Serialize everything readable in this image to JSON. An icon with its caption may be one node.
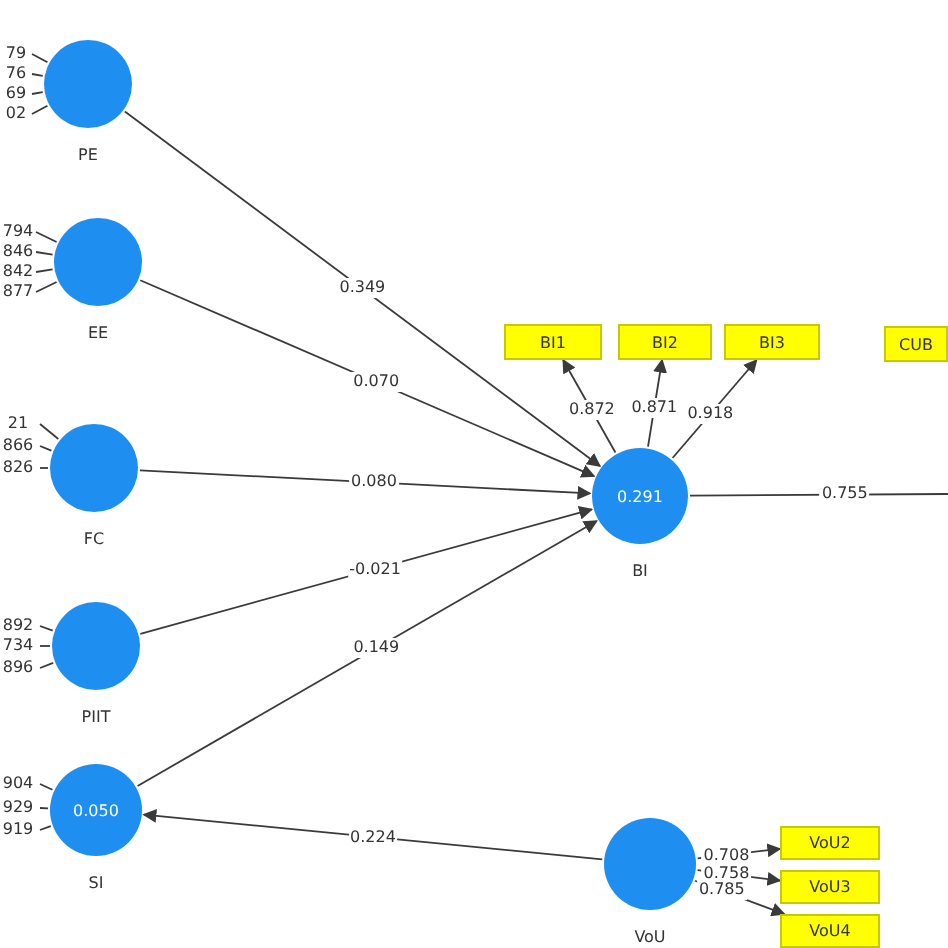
{
  "diagram": {
    "nodes": [
      {
        "text": [
          "PE"
        ]
      },
      {
        "text": [
          "EE"
        ]
      },
      {
        "text": [
          "FC"
        ]
      },
      {
        "text": [
          "PIIT"
        ]
      },
      {
        "text": [
          "0.050",
          "SI"
        ]
      },
      {
        "text": [
          "BI1"
        ]
      },
      {
        "text": [
          "BI2"
        ]
      },
      {
        "text": [
          "BI3"
        ]
      },
      {
        "text": [
          "CUB"
        ]
      },
      {
        "text": [
          "0.291",
          "BI"
        ]
      },
      {
        "text": [
          "VoU"
        ]
      },
      {
        "text": [
          "VoU2"
        ]
      },
      {
        "text": [
          "VoU3"
        ]
      },
      {
        "text": [
          "VoU4"
        ]
      }
    ],
    "edges": [
      {
        "from": 0,
        "to": null,
        "arrow": "none",
        "label": "79"
      },
      {
        "from": 0,
        "to": null,
        "arrow": "none",
        "label": "76"
      },
      {
        "from": 0,
        "to": null,
        "arrow": "none",
        "label": "69"
      },
      {
        "from": 0,
        "to": null,
        "arrow": "none",
        "label": "02"
      },
      {
        "from": 1,
        "to": null,
        "arrow": "none",
        "label": "794"
      },
      {
        "from": 1,
        "to": null,
        "arrow": "none",
        "label": "846"
      },
      {
        "from": 1,
        "to": null,
        "arrow": "none",
        "label": "842"
      },
      {
        "from": 1,
        "to": null,
        "arrow": "none",
        "label": "877"
      },
      {
        "from": 2,
        "to": null,
        "arrow": "none",
        "label": "21"
      },
      {
        "from": 2,
        "to": null,
        "arrow": "none",
        "label": "866"
      },
      {
        "from": 2,
        "to": null,
        "arrow": "none",
        "label": "826"
      },
      {
        "from": 3,
        "to": null,
        "arrow": "none",
        "label": "892"
      },
      {
        "from": 3,
        "to": null,
        "arrow": "none",
        "label": "734"
      },
      {
        "from": 3,
        "to": null,
        "arrow": "none",
        "label": "896"
      },
      {
        "from": 4,
        "to": null,
        "arrow": "none",
        "label": "904"
      },
      {
        "from": 4,
        "to": null,
        "arrow": "none",
        "label": "929"
      },
      {
        "from": 4,
        "to": null,
        "arrow": "none",
        "label": "919"
      },
      {
        "from": 0,
        "to": 9,
        "arrow": "to",
        "label": "0.349"
      },
      {
        "from": 1,
        "to": 9,
        "arrow": "to",
        "label": "0.070"
      },
      {
        "from": 2,
        "to": 9,
        "arrow": "to",
        "label": "0.080"
      },
      {
        "from": 3,
        "to": 9,
        "arrow": "to",
        "label": "-0.021"
      },
      {
        "from": 4,
        "to": 9,
        "arrow": "to",
        "label": "0.149"
      },
      {
        "from": 9,
        "to": 5,
        "arrow": "to",
        "label": "0.872"
      },
      {
        "from": 9,
        "to": 6,
        "arrow": "to",
        "label": "0.871"
      },
      {
        "from": 9,
        "to": 7,
        "arrow": "to",
        "label": "0.918"
      },
      {
        "from": 9,
        "to": null,
        "arrow": "none",
        "label": "0.755"
      },
      {
        "from": 10,
        "to": 4,
        "arrow": "to",
        "label": "0.224"
      },
      {
        "from": 10,
        "to": 11,
        "arrow": "to",
        "label": "0.708"
      },
      {
        "from": 10,
        "to": 12,
        "arrow": "to",
        "label": "0.758"
      },
      {
        "from": 10,
        "to": 13,
        "arrow": "to",
        "label": "0.785"
      }
    ]
  }
}
